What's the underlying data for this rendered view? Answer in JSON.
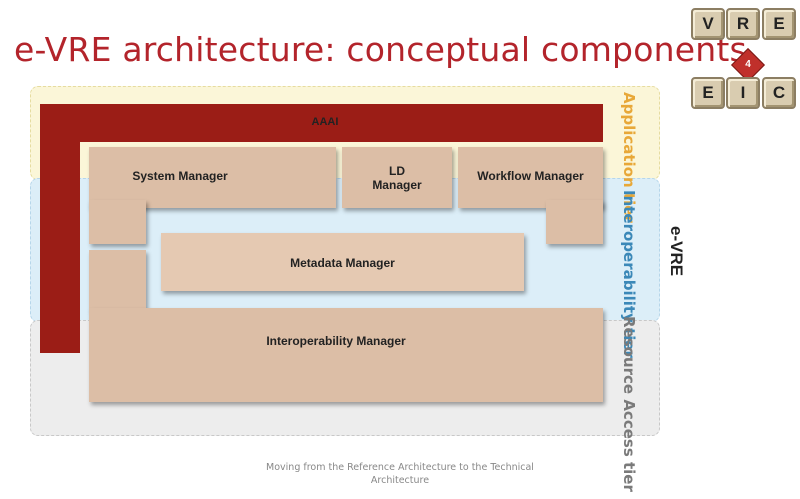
{
  "header": {
    "title": "e-VRE architecture: conceptual components"
  },
  "logo": {
    "letters": [
      "V",
      "R",
      "E",
      "4",
      "E",
      "I",
      "C"
    ]
  },
  "tiers": {
    "application": "Application tier",
    "interoperability": "Interoperability tier",
    "resource": "Resource Access tier"
  },
  "side_label": "e-VRE",
  "components": {
    "aaai": "AAAI",
    "system_manager": "System Manager",
    "ld_manager": "LD Manager",
    "workflow_manager": "Workflow Manager",
    "metadata_manager": "Metadata Manager",
    "interoperability_manager": "Interoperability Manager"
  },
  "colors": {
    "title": "#b3242b",
    "aaai": "#9b1d16",
    "component": "#dcbea6",
    "application_tier": "#e8a838",
    "interoperability_tier": "#3b88b8",
    "resource_tier": "#7a7a7a"
  },
  "footer": {
    "text": "Moving from the Reference Architecture to the Technical Architecture"
  }
}
